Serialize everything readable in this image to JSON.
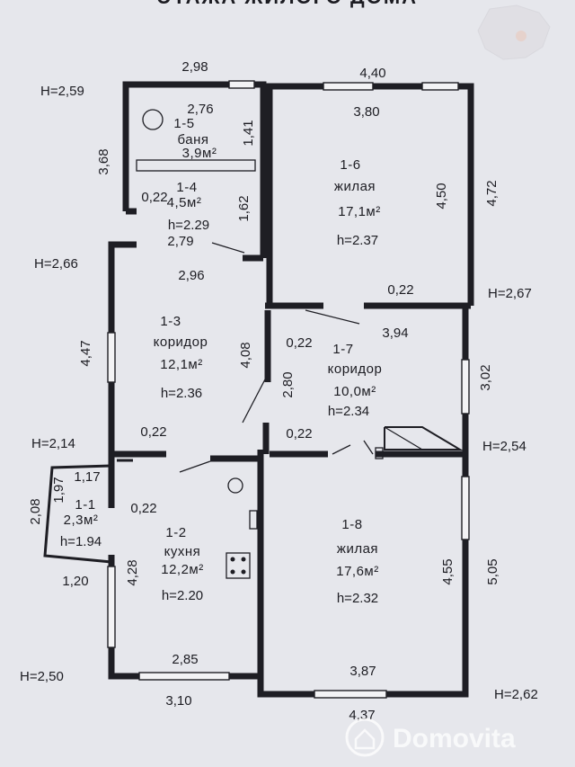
{
  "header_text": "ЭТАЖА ЖИЛОГО ДОМА",
  "watermark": {
    "brand": "Domovita"
  },
  "colors": {
    "paper": "#e6e7ec",
    "ink": "#1e1e24",
    "watermark": "#ffffff"
  },
  "rooms": [
    {
      "id": "1-1",
      "name": "",
      "area": "2,3м²",
      "height": "h=1.94"
    },
    {
      "id": "1-2",
      "name": "кухня",
      "area": "12,2м²",
      "height": "h=2.20"
    },
    {
      "id": "1-3",
      "name": "коридор",
      "area": "12,1м²",
      "height": "h=2.36"
    },
    {
      "id": "1-4",
      "name": "",
      "area": "4,5м²",
      "height": "h=2.29"
    },
    {
      "id": "1-5",
      "name": "баня",
      "area": "3,9м²",
      "height": ""
    },
    {
      "id": "1-6",
      "name": "жилая",
      "area": "17,1м²",
      "height": "h=2.37"
    },
    {
      "id": "1-7",
      "name": "коридор",
      "area": "10,0м²",
      "height": "h=2.34"
    },
    {
      "id": "1-8",
      "name": "жилая",
      "area": "17,6м²",
      "height": "h=2.32"
    }
  ],
  "outer_heights": [
    "H=2,59",
    "H=2,66",
    "H=2,14",
    "H=2,50",
    "H=2,67",
    "H=2,54",
    "H=2,62"
  ],
  "dimensions": [
    "2,98",
    "4,40",
    "2,76",
    "3,80",
    "1,41",
    "3,68",
    "0,22",
    "1,62",
    "4,50",
    "4,72",
    "2,79",
    "2,96",
    "0,22",
    "3,94",
    "4,47",
    "4,08",
    "0,22",
    "2,80",
    "3,02",
    "0,22",
    "0,22",
    "1,17",
    "1,97",
    "2,08",
    "0,22",
    "4,28",
    "1,20",
    "4,55",
    "5,05",
    "2,85",
    "3,87",
    "3,10",
    "4,37"
  ]
}
